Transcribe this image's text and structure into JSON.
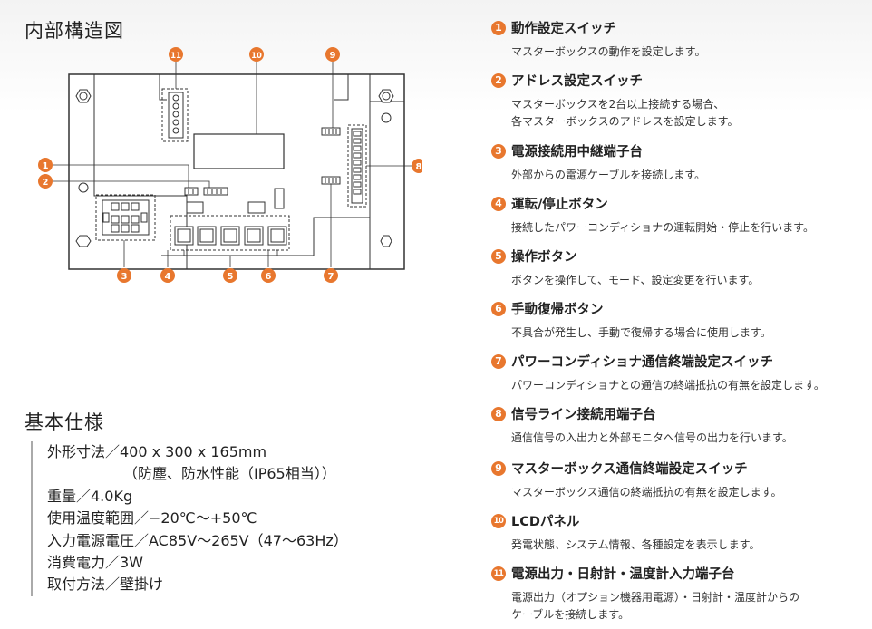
{
  "structure_heading": "内部構造図",
  "spec_heading": "基本仕様",
  "specs": [
    "外形寸法／400 x 300 x 165mm",
    "（防塵、防水性能（IP65相当））",
    "重量／4.0Kg",
    "使用温度範囲／−20℃〜+50℃",
    "入力電源電圧／AC85V〜265V（47〜63Hz）",
    "消費電力／3W",
    "取付方法／壁掛け"
  ],
  "diagram_markers": [
    "1",
    "2",
    "3",
    "4",
    "5",
    "6",
    "7",
    "8",
    "9",
    "10",
    "11"
  ],
  "items": [
    {
      "num": "1",
      "title": "動作設定スイッチ",
      "desc": [
        "マスターボックスの動作を設定します。"
      ]
    },
    {
      "num": "2",
      "title": "アドレス設定スイッチ",
      "desc": [
        "マスターボックスを2台以上接続する場合、",
        "各マスターボックスのアドレスを設定します。"
      ]
    },
    {
      "num": "3",
      "title": "電源接続用中継端子台",
      "desc": [
        "外部からの電源ケーブルを接続します。"
      ]
    },
    {
      "num": "4",
      "title": "運転/停止ボタン",
      "desc": [
        "接続したパワーコンディショナの運転開始・停止を行います。"
      ]
    },
    {
      "num": "5",
      "title": "操作ボタン",
      "desc": [
        "ボタンを操作して、モード、設定変更を行います。"
      ]
    },
    {
      "num": "6",
      "title": "手動復帰ボタン",
      "desc": [
        "不具合が発生し、手動で復帰する場合に使用します。"
      ]
    },
    {
      "num": "7",
      "title": "パワーコンディショナ通信終端設定スイッチ",
      "desc": [
        "パワーコンディショナとの通信の終端抵抗の有無を設定します。"
      ]
    },
    {
      "num": "8",
      "title": "信号ライン接続用端子台",
      "desc": [
        "通信信号の入出力と外部モニタへ信号の出力を行います。"
      ]
    },
    {
      "num": "9",
      "title": "マスターボックス通信終端設定スイッチ",
      "desc": [
        "マスターボックス通信の終端抵抗の有無を設定します。"
      ]
    },
    {
      "num": "10",
      "title": "LCDパネル",
      "desc": [
        "発電状態、システム情報、各種設定を表示します。"
      ]
    },
    {
      "num": "11",
      "title": "電源出力・日射計・温度計入力端子台",
      "desc": [
        "電源出力（オプション機器用電源）・日射計・温度計からの",
        "ケーブルを接続します。"
      ]
    }
  ],
  "colors": {
    "accent": "#e8772e",
    "text": "#222222",
    "line": "#333333"
  }
}
